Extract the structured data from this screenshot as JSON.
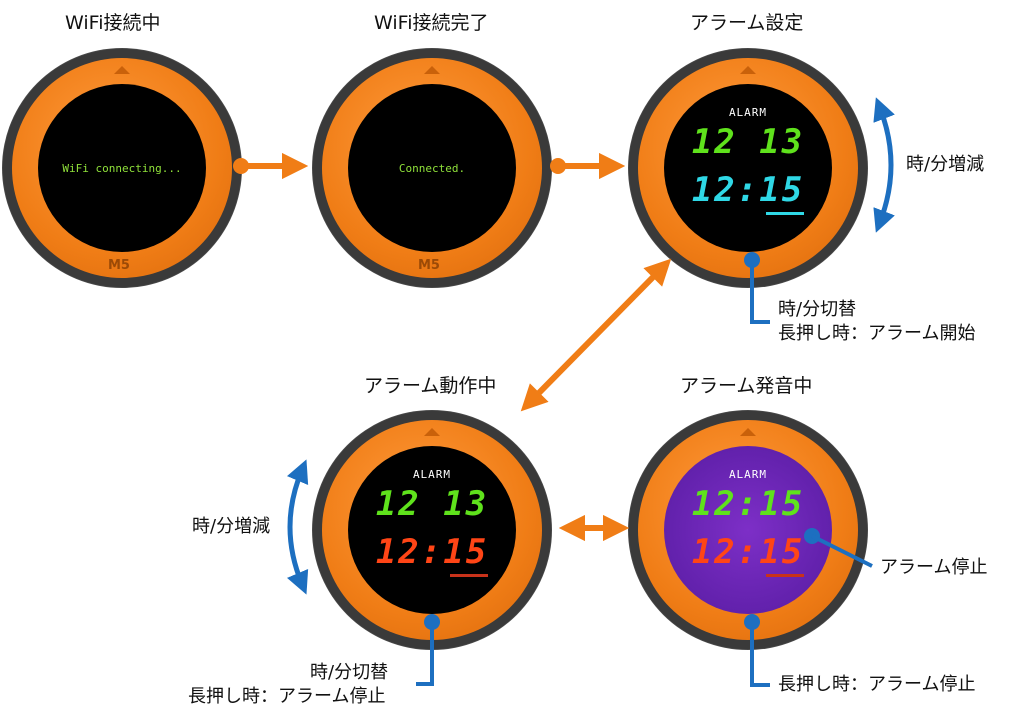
{
  "titles": {
    "wifi_connecting": "WiFi接続中",
    "wifi_connected": "WiFi接続完了",
    "alarm_setting": "アラーム設定",
    "alarm_running": "アラーム動作中",
    "alarm_ringing": "アラーム発音中"
  },
  "screens": {
    "connecting_text": "WiFi connecting...",
    "connected_text": "Connected.",
    "alarm_label": "ALARM",
    "setting_current": "12 13",
    "setting_alarm": "12:15",
    "running_current": "12 13",
    "running_alarm": "12:15",
    "ringing_current": "12:15",
    "ringing_alarm": "12:15",
    "device_logo": "M5"
  },
  "labels": {
    "setting_rotate": "時/分増減",
    "setting_press": "時/分切替",
    "setting_longpress": "長押し時：アラーム開始",
    "running_rotate": "時/分増減",
    "running_press": "時/分切替",
    "running_longpress": "長押し時：アラーム停止",
    "ringing_touch": "アラーム停止",
    "ringing_longpress": "長押し時：アラーム停止"
  },
  "colors": {
    "orange": "#f07d16",
    "blue": "#1d6fc0",
    "green": "#5fe21c",
    "cyan": "#2fd8e6",
    "red": "#ff4516",
    "purple": "#6a25b5"
  }
}
